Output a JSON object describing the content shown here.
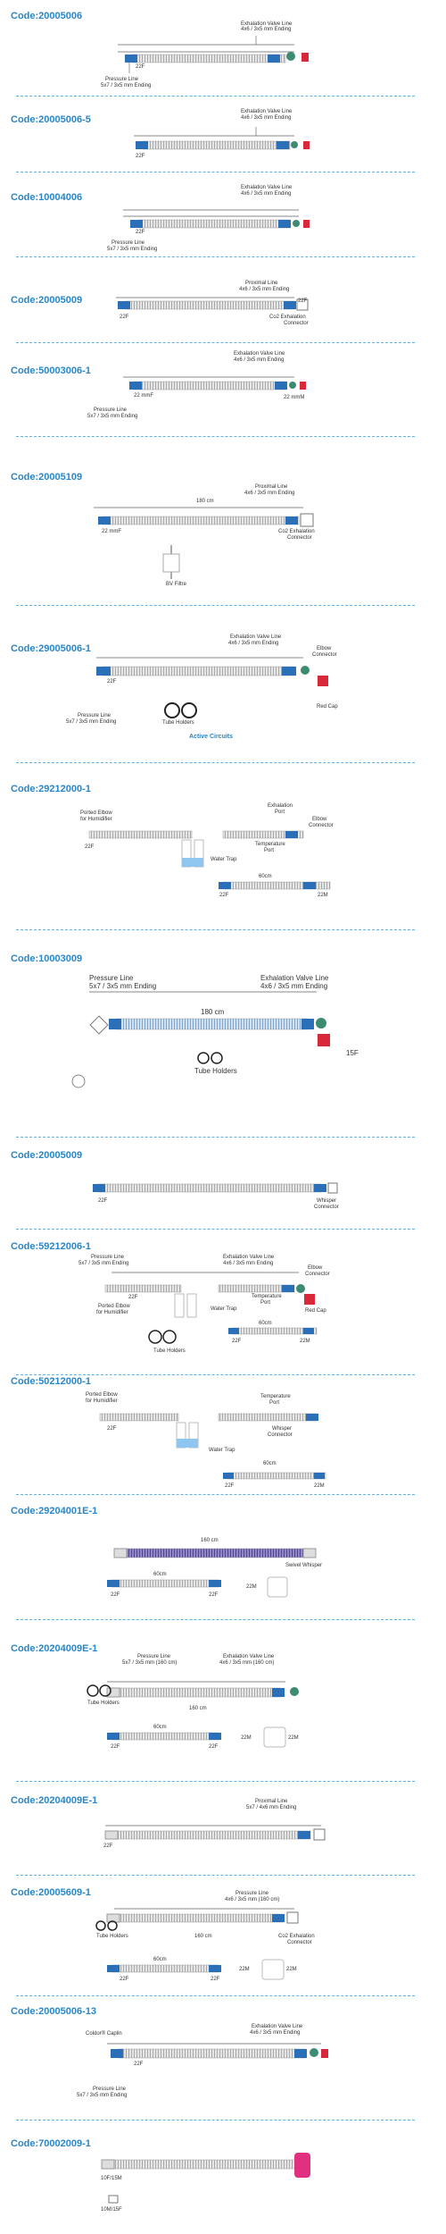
{
  "colors": {
    "accent": "#2a86c6",
    "divider": "#5fb0e6",
    "blue_cuff": "#2b6fb9",
    "red_cap": "#d8293a",
    "purple_tube": "#5a4f9a"
  },
  "sections": [
    {
      "code": "Code:20005006",
      "labels": [
        "Exhalation Valve Line",
        "4x6 / 3x5 mm Ending",
        "22F",
        "Pressure Line",
        "5x7 / 3x5 mm Ending"
      ]
    },
    {
      "code": "Code:20005006-5",
      "labels": [
        "Exhalation Valve Line",
        "4x6 / 3x5 mm Ending",
        "22F"
      ]
    },
    {
      "code": "Code:10004006",
      "labels": [
        "Exhalation Valve Line",
        "4x6 / 3x5 mm Ending",
        "22F",
        "Pressure Line",
        "5x7 / 3x5 mm Ending"
      ]
    },
    {
      "code": "Code:20005009",
      "labels": [
        "Proximal Line",
        "4x6 / 3x5 mm Ending",
        "22F",
        "22F",
        "Co2 Exhalation",
        "Connector"
      ]
    },
    {
      "code": "Code:50003006-1",
      "labels": [
        "Exhalation Valve Line",
        "4x6 / 3x5 mm Ending",
        "22 mmF",
        "22 mmM",
        "Pressure Line",
        "5x7 / 3x5 mm Ending"
      ]
    },
    {
      "code": "Code:20005109",
      "labels": [
        "Proximal Line",
        "4x6 / 3x5 mm Ending",
        "180 cm",
        "22 mmF",
        "Co2 Exhalation",
        "Connector",
        "BV Filtre"
      ]
    },
    {
      "code": "Code:29005006-1",
      "labels": [
        "Exhalation Valve Line",
        "4x6 / 3x5 mm Ending",
        "Elbow",
        "Connector",
        "22F",
        "Pressure Line",
        "5x7 / 3x5 mm Ending",
        "Tube Holders",
        "Red Cap",
        "Active Circuits"
      ]
    },
    {
      "code": "Code:29212000-1",
      "labels": [
        "Ported Elbow",
        "for Humidifier",
        "Exhalation",
        "Port",
        "Elbow",
        "Connector",
        "22F",
        "Temperature",
        "Port",
        "Water Trap",
        "60cm",
        "22F",
        "22M"
      ]
    },
    {
      "code": "Code:10003009",
      "labels": [
        "Pressure Line",
        "5x7 / 3x5 mm Ending",
        "Exhalation Valve Line",
        "4x6 / 3x5 mm Ending",
        "180 cm",
        "15F",
        "Tube Holders"
      ]
    },
    {
      "code": "Code:20005009",
      "labels": [
        "22F",
        "Whisper",
        "Connector"
      ]
    },
    {
      "code": "Code:59212006-1",
      "labels": [
        "Pressure Line",
        "5x7 / 3x5 mm Ending",
        "Exhalation Valve Line",
        "4x6 / 3x5 mm Ending",
        "Elbow",
        "Connector",
        "22F",
        "Temperature",
        "Port",
        "Ported Elbow",
        "for Humidifier",
        "Water Trap",
        "Red Cap",
        "Tube Holders",
        "60cm",
        "22F",
        "22M"
      ]
    },
    {
      "code": "Code:50212000-1",
      "labels": [
        "Ported Elbow",
        "for Humidifier",
        "Temperature",
        "Port",
        "22F",
        "Whisper",
        "Connector",
        "Water Trap",
        "60cm",
        "22F",
        "22M"
      ]
    },
    {
      "code": "Code:29204001E-1",
      "labels": [
        "160 cm",
        "Swivel Whisper",
        "60cm",
        "22F",
        "22F",
        "22M"
      ]
    },
    {
      "code": "Code:20204009E-1",
      "labels": [
        "Pressure Line",
        "5x7 / 3x5 mm (160 cm)",
        "Exhalation Valve Line",
        "4x6 / 3x5 mm (160 cm)",
        "Tube Holders",
        "160 cm",
        "60cm",
        "22M",
        "22M",
        "22F",
        "22F"
      ]
    },
    {
      "code": "Code:20204009E-1",
      "labels": [
        "Proximal Line",
        "5x7 / 4x6 mm Ending",
        "22F"
      ]
    },
    {
      "code": "Code:20005609-1",
      "labels": [
        "Pressure Line",
        "4x6 / 3x5 mm (160 cm)",
        "Tube Holders",
        "160 cm",
        "Co2 Exhalation",
        "Connector",
        "60cm",
        "22M",
        "22M",
        "22F",
        "22F"
      ]
    },
    {
      "code": "Code:20005006-13",
      "labels": [
        "Exhalation Valve Line",
        "4x6 / 3x5 mm Ending",
        "Coldor® Caplin",
        "22F",
        "Pressure Line",
        "5x7 / 3x5 mm Ending"
      ]
    },
    {
      "code": "Code:70002009-1",
      "labels": [
        "10F/15M",
        "10M/15F"
      ]
    }
  ]
}
